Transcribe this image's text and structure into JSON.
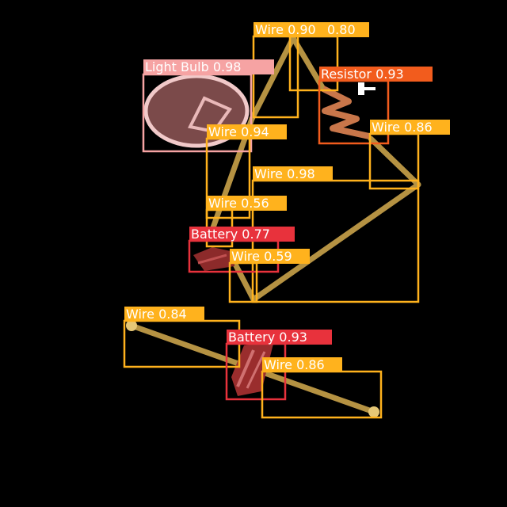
{
  "colors": {
    "background": "#000000",
    "wire": "#d4aa4a",
    "wire_box": "#ffb21d",
    "battery_box": "#e8323c",
    "resistor_box": "#f25c1d",
    "bulb_box": "#f6a3a3"
  },
  "detections": [
    {
      "class": "Wire",
      "confidence": "0.90",
      "label": "Wire 0.90"
    },
    {
      "class": "Wire",
      "confidence": "0.80",
      "label": "0.80"
    },
    {
      "class": "Light Bulb",
      "confidence": "0.98",
      "label": "Light Bulb 0.98"
    },
    {
      "class": "Resistor",
      "confidence": "0.93",
      "label": "Resistor 0.93"
    },
    {
      "class": "Wire",
      "confidence": "0.94",
      "label": "Wire 0.94"
    },
    {
      "class": "Wire",
      "confidence": "0.86",
      "label": "Wire 0.86"
    },
    {
      "class": "Wire",
      "confidence": "0.98",
      "label": "Wire 0.98"
    },
    {
      "class": "Wire",
      "confidence": "0.56",
      "label": "Wire 0.56"
    },
    {
      "class": "Battery",
      "confidence": "0.77",
      "label": "Battery 0.77"
    },
    {
      "class": "Wire",
      "confidence": "0.59",
      "label": "Wire 0.59"
    },
    {
      "class": "Wire",
      "confidence": "0.84",
      "label": "Wire 0.84"
    },
    {
      "class": "Battery",
      "confidence": "0.93",
      "label": "Battery 0.93"
    },
    {
      "class": "Wire",
      "confidence": "0.86",
      "label": "Wire 0.86"
    }
  ]
}
